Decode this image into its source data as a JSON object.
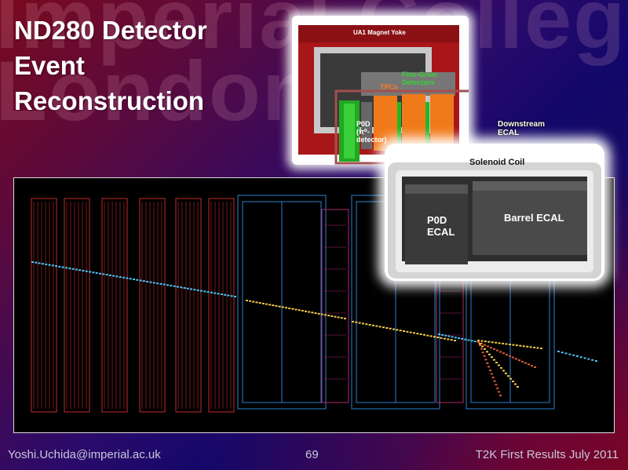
{
  "slide": {
    "title": "ND280 Detector\nEvent\nReconstruction",
    "watermark": "Imperial College\nLondon"
  },
  "detector_diagram": {
    "labels": {
      "magnet_yoke": "UA1 Magnet Yoke",
      "fine_grain": "Fine-Grain\nDetectors",
      "tpcs": "TPCs",
      "p0d": "P0D\n(π⁰-\ndetector)",
      "downstream_ecal": "Downstream\nECAL"
    }
  },
  "ecal_diagram": {
    "labels": {
      "solenoid_coil": "Solenoid Coil",
      "p0d_ecal": "P0D\nECAL",
      "barrel_ecal": "Barrel ECAL"
    }
  },
  "footer": {
    "email": "Yoshi.Uchida@imperial.ac.uk",
    "page_number": "69",
    "event": "T2K First Results July 2011"
  },
  "colors": {
    "p0d_wire": "#c22a2a",
    "tpc_frame": "#2d7fd0",
    "fgd_frame": "#b02a6a",
    "track_hits": "#f2c94c",
    "yoke": "#a8161a",
    "tpc_orange": "#f07a1a",
    "fgd_green": "#21b821"
  }
}
